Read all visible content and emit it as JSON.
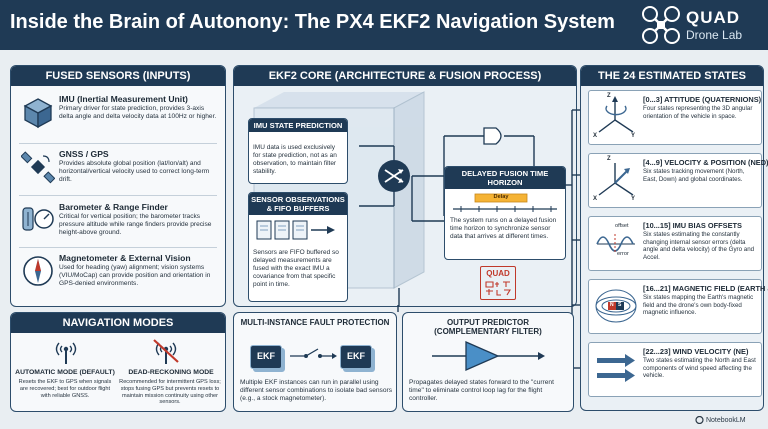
{
  "header": {
    "title": "Inside the Brain of Autonony: The PX4 EKF2 Navigation System"
  },
  "brand": {
    "name": "QUAD",
    "sub": "Drone Lab"
  },
  "fused_sensors": {
    "title": "FUSED SENSORS (INPUTS)",
    "items": [
      {
        "icon": "imu-cube-icon",
        "title": "IMU (Inertial Measurement Unit)",
        "body": "Primary driver for state prediction, provides 3-axis delta angle and delta velocity data at 100Hz or higher."
      },
      {
        "icon": "satellite-icon",
        "title": "GNSS / GPS",
        "body": "Provides absolute global position (lat/lon/alt) and horizontal/vertical velocity used to correct long-term drift."
      },
      {
        "icon": "barometer-gauge-icon",
        "title": "Barometer & Range Finder",
        "body": "Critical for vertical position; the barometer tracks pressure altitude while range finders provide precise height-above ground."
      },
      {
        "icon": "compass-icon",
        "title": "Magnetometer & External Vision",
        "body": "Used for heading (yaw) alignment; vision systems (VIU/MoCap) can provide position and orientation in GPS-denied environments."
      }
    ]
  },
  "ekf2_core": {
    "title": "EKF2 CORE (ARCHITECTURE & FUSION PROCESS)",
    "imu_prediction": {
      "title": "IMU STATE PREDICTION",
      "body": "IMU data is used exclusively for state prediction, not as an observation, to maintain filter stability."
    },
    "sensor_obs": {
      "title": "SENSOR OBSERVATIONS & FIFO BUFFERS",
      "body": "Sensors are FIFO buffered so delayed measurements are fused with the exact IMU a covariance from that specific point in time."
    },
    "delayed": {
      "title": "DELAYED FUSION TIME HORIZON",
      "tag": "Delay",
      "body": "The system runs on a delayed fusion time horizon to synchronize sensor data that arrives at different times."
    },
    "stamp": "QUAD"
  },
  "states": {
    "title": "THE 24 ESTIMATED STATES",
    "items": [
      {
        "icon": "attitude-axes-icon",
        "title": "[0...3] ATTITUDE (QUATERNIONS)",
        "body": "Four states representing the 3D angular orientation of the vehicle in space.",
        "axis_labels": [
          "Z",
          "X",
          "Y"
        ]
      },
      {
        "icon": "velocity-axes-icon",
        "title": "[4...9] VELOCITY & POSITION (NED)",
        "body": "Six states tracking movement (North, East, Down) and global coordinates.",
        "axis_labels": [
          "Z",
          "X",
          "Y"
        ]
      },
      {
        "icon": "bias-wave-icon",
        "title": "[10...15] IMU BIAS OFFSETS",
        "body": "Six states estimating the constantly changing internal sensor errors (delta angle and delta velocity) of the Gyro and Accel.",
        "axis_labels": [
          "offset",
          "error"
        ]
      },
      {
        "icon": "magnetic-field-icon",
        "title": "[16...21] MAGNETIC FIELD (EARTH & BODY)",
        "body": "Six states mapping the Earth's magnetic field and the drone's own body-fixed magnetic influence.",
        "axis_labels": [
          "N",
          "S"
        ]
      },
      {
        "icon": "wind-arrows-icon",
        "title": "[22...23] WIND VELOCITY (NE)",
        "body": "Two states estimating the North and East components of wind speed affecting the vehicle."
      }
    ]
  },
  "nav_modes": {
    "title": "NAVIGATION MODES",
    "auto": {
      "title": "AUTOMATIC MODE (DEFAULT)",
      "body": "Resets the EKF to GPS when signals are recovered; best for outdoor flight with reliable GNSS."
    },
    "dead": {
      "title": "DEAD-RECKONING MODE",
      "body": "Recommended for intermittent GPS loss; stops fusing GPS but prevents resets to maintain mission continuity using other sensors."
    }
  },
  "multi": {
    "title": "MULTI-INSTANCE FAULT PROTECTION",
    "ekf_label": "EKF",
    "body": "Multiple EKF instances can run in parallel using different sensor combinations to isolate bad sensors (e.g., a stock magnetometer)."
  },
  "output": {
    "title": "OUTPUT PREDICTOR (COMPLEMENTARY FILTER)",
    "body": "Propagates delayed states forward to the \"current time\" to eliminate control loop lag for the flight controller."
  },
  "footer": {
    "label": "NotebookLM"
  },
  "colors": {
    "navy": "#1f3a55",
    "accent": "#f5b335",
    "panel_border": "#2d4d6b"
  }
}
